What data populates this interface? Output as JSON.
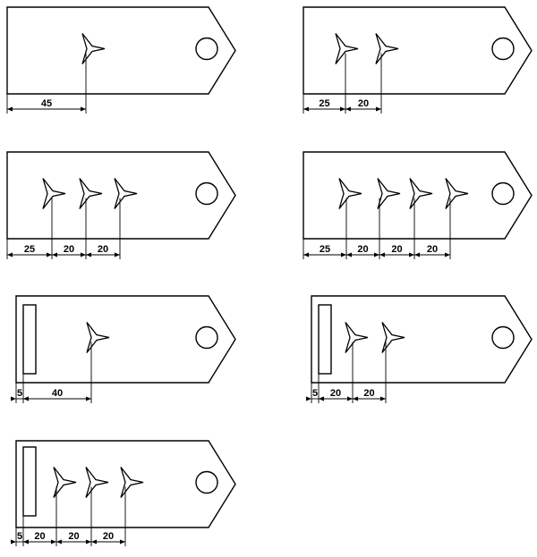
{
  "colors": {
    "stroke": "#000000",
    "fill": "#ffffff"
  },
  "figures": [
    {
      "id": "one-star",
      "bar": false,
      "dims": [
        "45"
      ]
    },
    {
      "id": "two-stars",
      "bar": false,
      "dims": [
        "25",
        "20"
      ]
    },
    {
      "id": "three-stars",
      "bar": false,
      "dims": [
        "25",
        "20",
        "20"
      ]
    },
    {
      "id": "four-stars",
      "bar": false,
      "dims": [
        "25",
        "20",
        "20",
        "20"
      ]
    },
    {
      "id": "bar-one-star",
      "bar": true,
      "dims": [
        "5",
        "40"
      ]
    },
    {
      "id": "bar-two-stars",
      "bar": true,
      "dims": [
        "5",
        "20",
        "20"
      ]
    },
    {
      "id": "bar-three-stars",
      "bar": true,
      "dims": [
        "5",
        "20",
        "20",
        "20"
      ]
    }
  ]
}
